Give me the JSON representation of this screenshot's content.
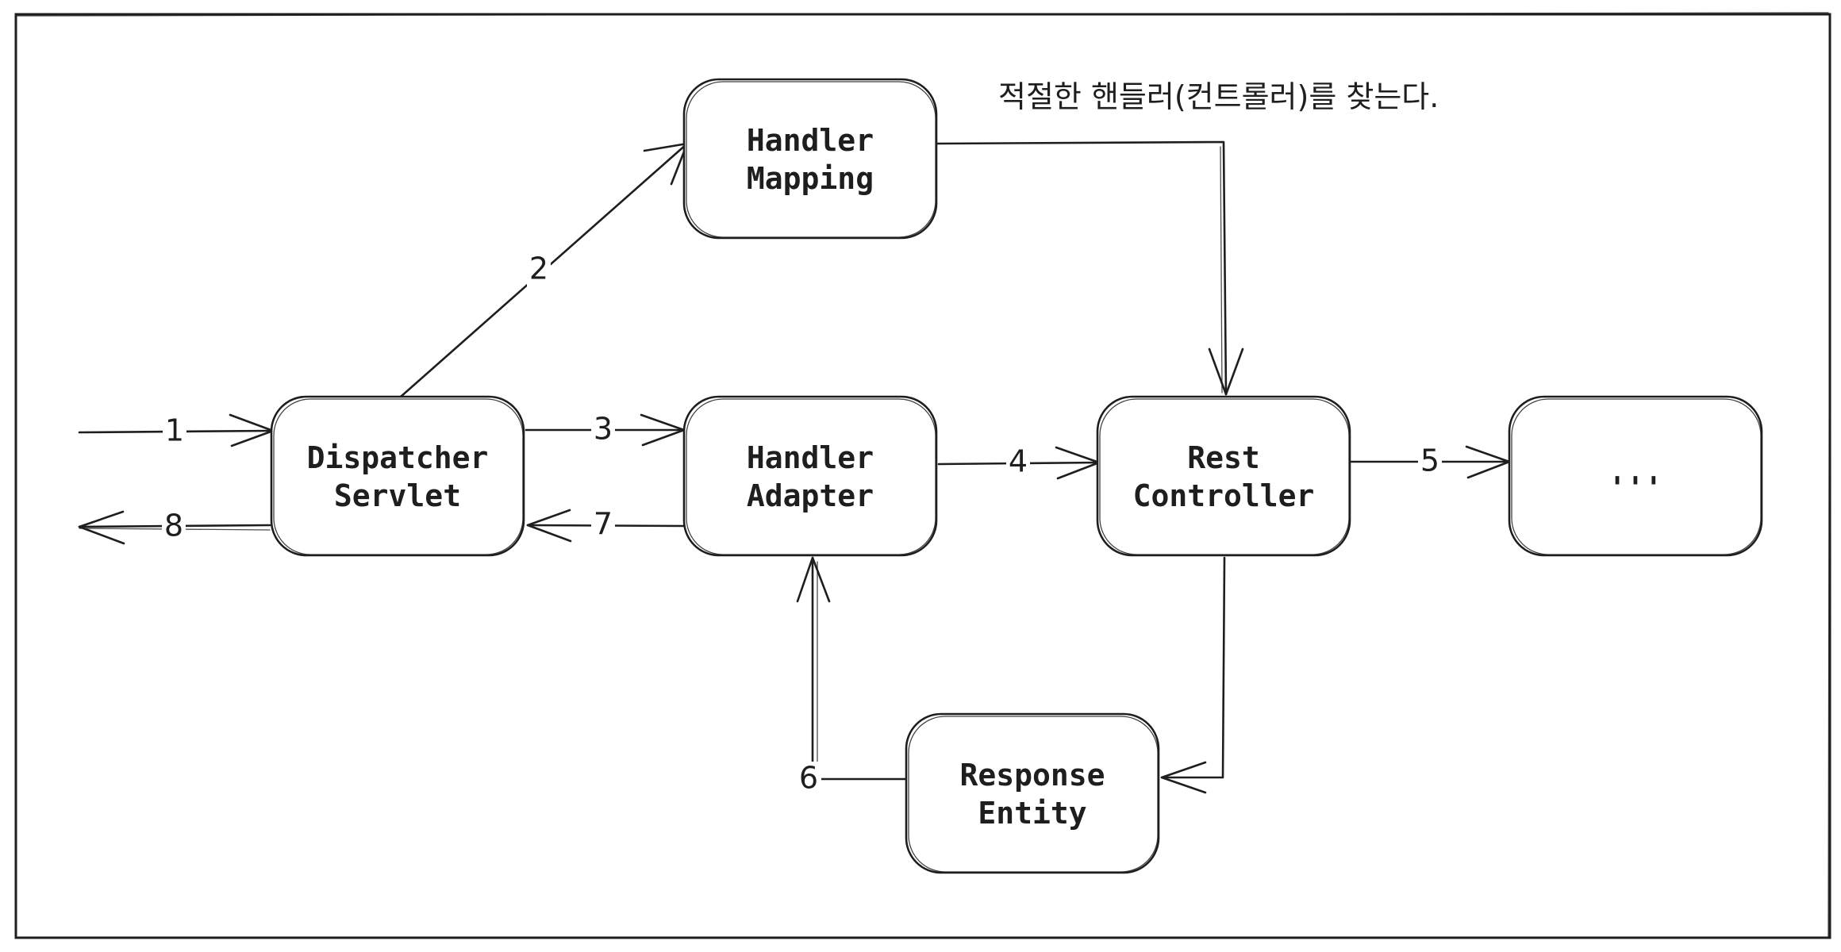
{
  "diagram": {
    "nodes": {
      "handler_mapping": [
        "Handler",
        "Mapping"
      ],
      "dispatcher_servlet": [
        "Dispatcher",
        "Servlet"
      ],
      "handler_adapter": [
        "Handler",
        "Adapter"
      ],
      "rest_controller": [
        "Rest",
        "Controller"
      ],
      "ellipsis": [
        "'''"
      ],
      "response_entity": [
        "Response",
        "Entity"
      ]
    },
    "steps": [
      "1",
      "2",
      "3",
      "4",
      "5",
      "6",
      "7",
      "8"
    ],
    "note": "적절한 핸들러(컨트롤러)를 찾는다."
  }
}
